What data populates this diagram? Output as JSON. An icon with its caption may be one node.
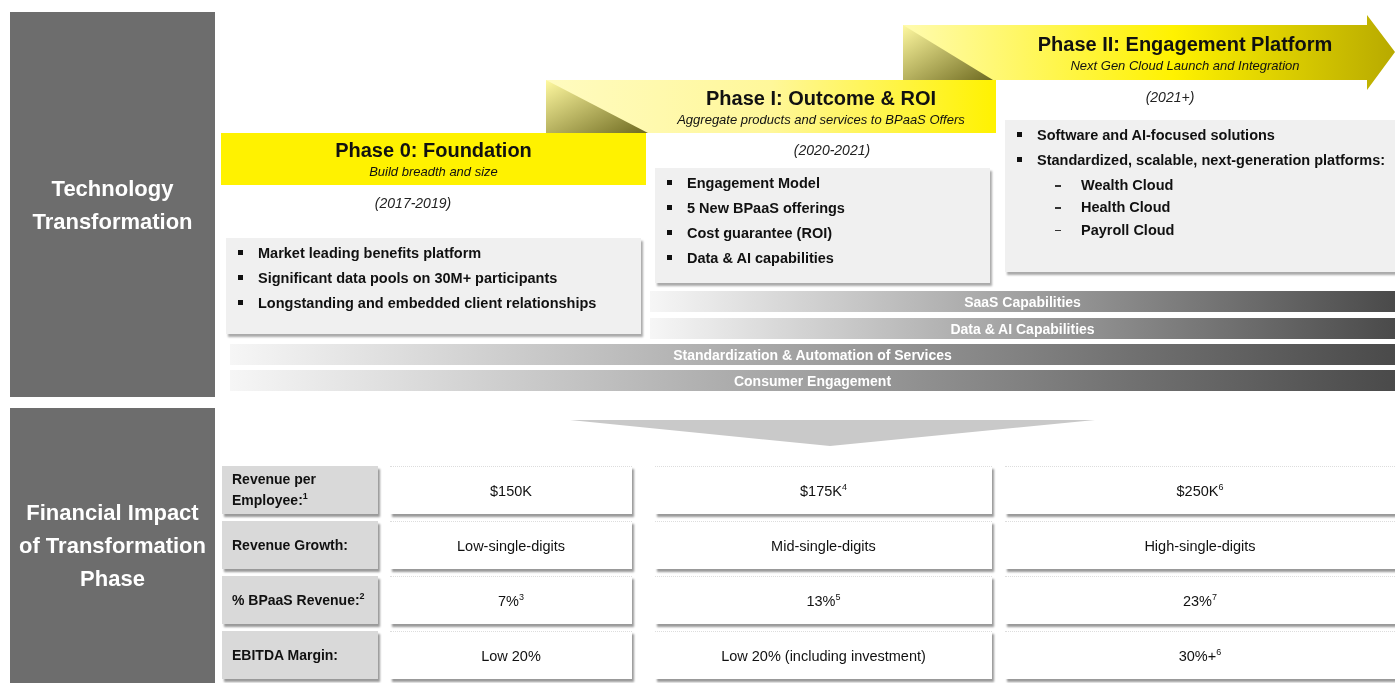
{
  "diagram": {
    "nodes": [
      {
        "text": [
          "Technology Transformation"
        ]
      },
      {
        "text": [
          "Financial Impact of Transformation Phase"
        ]
      },
      {
        "text": [
          "Phase 0:  Foundation",
          "Build breadth and size"
        ],
        "beside": [
          "(2017-2019)"
        ]
      },
      {
        "text": [
          "Market leading benefits platform",
          "Significant data pools on 30M+ participants",
          "Longstanding and embedded client relationships"
        ]
      },
      {
        "text": [
          "Phase I:  Outcome & ROI",
          "Aggregate products and services to BPaaS Offers"
        ],
        "beside": [
          "(2020-2021)"
        ]
      },
      {
        "text": [
          "Engagement Model",
          "5 New BPaaS offerings",
          "Cost guarantee (ROI)",
          "Data & AI capabilities"
        ]
      },
      {
        "text": [
          "Phase II:  Engagement Platform",
          "Next Gen Cloud Launch and Integration"
        ],
        "beside": [
          "(2021+)"
        ]
      },
      {
        "text": [
          "Software and AI-focused solutions",
          "Standardized, scalable, next-generation platforms:",
          "Wealth Cloud",
          "Health Cloud",
          "Payroll Cloud"
        ]
      },
      {
        "text": [
          "SaaS Capabilities"
        ]
      },
      {
        "text": [
          "Data & AI Capabilities"
        ]
      },
      {
        "text": [
          "Standardization & Automation of Services"
        ]
      },
      {
        "text": [
          "Consumer Engagement"
        ]
      },
      {
        "text": [
          "Revenue per Employee:$^{1}$"
        ]
      },
      {
        "text": [
          "$150K"
        ]
      },
      {
        "text": [
          "$175K$^{4}$"
        ]
      },
      {
        "text": [
          "$250K$^{6}$"
        ]
      },
      {
        "text": [
          "Revenue Growth:"
        ]
      },
      {
        "text": [
          "Low-single-digits"
        ]
      },
      {
        "text": [
          "Mid-single-digits"
        ]
      },
      {
        "text": [
          "High-single-digits"
        ]
      },
      {
        "text": [
          "% BPaaS Revenue:$^{2}$"
        ]
      },
      {
        "text": [
          "7%$^{3}$"
        ]
      },
      {
        "text": [
          "13%$^{5}$"
        ]
      },
      {
        "text": [
          "23%$^{7}$"
        ]
      },
      {
        "text": [
          "EBITDA Margin:"
        ]
      },
      {
        "text": [
          "Low 20%"
        ]
      },
      {
        "text": [
          "Low 20% (including investment)"
        ]
      },
      {
        "text": [
          "30%+$^{6}$"
        ]
      }
    ],
    "edges": []
  }
}
